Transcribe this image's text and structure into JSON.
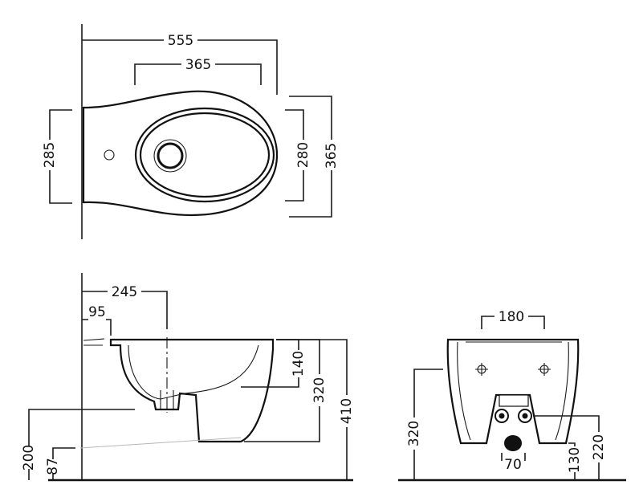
{
  "top_view": {
    "dims": {
      "overall_length": "555",
      "bowl_length": "365",
      "rear_width": "285",
      "bowl_width": "280",
      "overall_width": "365"
    }
  },
  "side_view": {
    "dims": {
      "drain_distance": "245",
      "rim_offset": "95",
      "trap_depth": "140",
      "base_height": "320",
      "total_height": "410",
      "inlet_height": "200",
      "lower_offset": "87"
    }
  },
  "front_view": {
    "dims": {
      "fixing_spacing": "180",
      "mount_height": "320",
      "drain_width": "70",
      "drain_height": "130",
      "inlet_height": "220"
    }
  },
  "colors": {
    "line": "#111111",
    "background": "#ffffff"
  }
}
